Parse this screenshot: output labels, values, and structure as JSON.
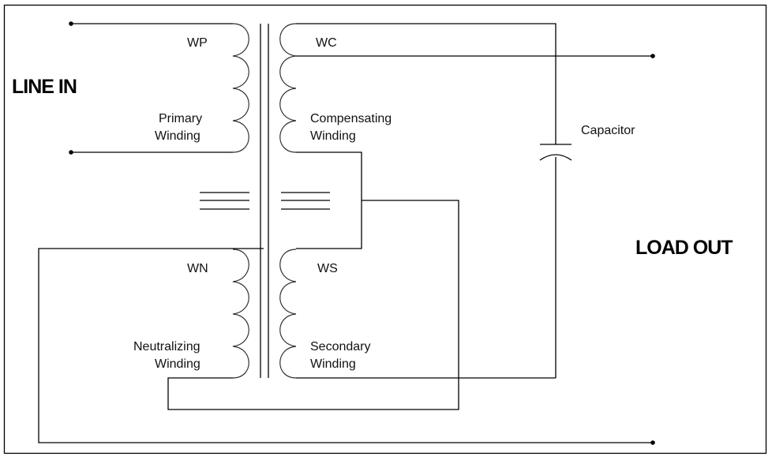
{
  "diagram": {
    "title_left": "LINE IN",
    "title_right": "LOAD OUT",
    "windings": {
      "primary": {
        "tag": "WP",
        "name_line1": "Primary",
        "name_line2": "Winding"
      },
      "compensating": {
        "tag": "WC",
        "name_line1": "Compensating",
        "name_line2": "Winding"
      },
      "neutralizing": {
        "tag": "WN",
        "name_line1": "Neutralizing",
        "name_line2": "Winding"
      },
      "secondary": {
        "tag": "WS",
        "name_line1": "Secondary",
        "name_line2": "Winding"
      }
    },
    "capacitor": {
      "label": "Capacitor"
    }
  }
}
